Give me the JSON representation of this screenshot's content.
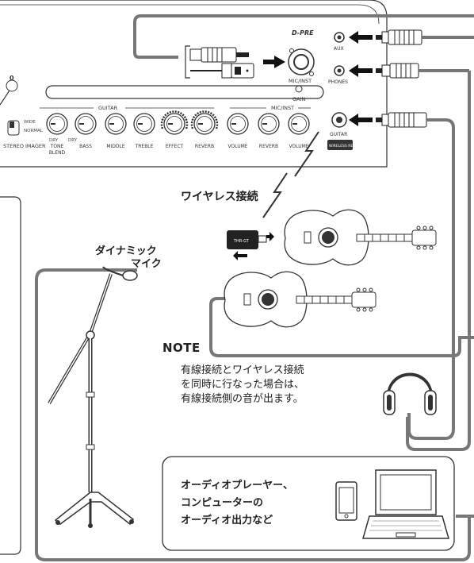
{
  "panel": {
    "section_guitar": "GUITAR",
    "section_mic": "MIC/INST",
    "knobs": [
      "TONE BLEND",
      "BASS",
      "MIDDLE",
      "TREBLE",
      "EFFECT",
      "REVERB",
      "VOLUME",
      "REVERB",
      "VOLUME"
    ],
    "stereo_imager": "STEREO IMAGER",
    "switch_labels": [
      "WIDE",
      "NORMAL"
    ],
    "power_mark": "0",
    "tone_blend_ends": [
      "DRY",
      "DRY"
    ],
    "dpre": "D-PRE",
    "mic_inst": "MIC/INST",
    "gain": "GAIN",
    "aux": "AUX",
    "phones": "PHONES",
    "guitar": "GUITAR",
    "wireless_ready": "WIRELESS READY"
  },
  "labels": {
    "wireless": "ワイヤレス接続",
    "mic_line1": "ダイナミック",
    "mic_line2": "マイク",
    "transmitter": "THR-GT"
  },
  "note": {
    "heading": "NOTE",
    "lines": [
      "有線接続とワイヤレス接続",
      "を同時に行なった場合は、",
      "有線接続側の音が出ます。"
    ]
  },
  "sources": {
    "lines": [
      "オーディオプレーヤー、",
      "コンピューターの",
      "オーディオ出力など"
    ]
  },
  "colors": {
    "line": "#333333",
    "cable": "#7a7a7a",
    "panel_bg": "#ffffff"
  }
}
